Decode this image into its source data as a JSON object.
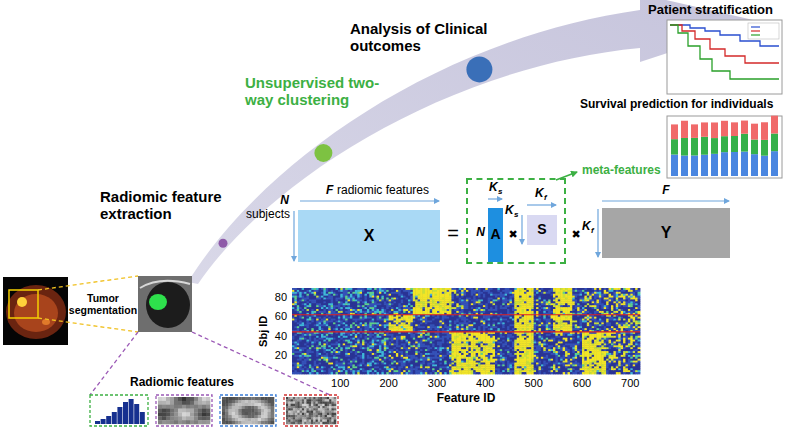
{
  "diagram": {
    "nodes": [
      {
        "text": [
          "X"
        ]
      },
      {
        "text": [
          "meta-features"
        ]
      },
      {
        "text": [
          "A"
        ],
        "in": 1
      },
      {
        "text": [
          "S"
        ],
        "in": 1
      },
      {
        "text": [
          "Y"
        ]
      }
    ],
    "labels": [
      "Patient stratification",
      "Survival prediction for individuals",
      "Analysis of Clinical outcomes",
      "Unsupervised two-way clustering",
      "Radiomic feature extraction",
      "F",
      "radiomic features",
      "N",
      "subjects",
      "=",
      "N",
      "K",
      "s",
      "✖",
      "K",
      "s",
      "K",
      "f",
      "✖",
      "K",
      "f",
      "F",
      "Sbj ID",
      "80",
      "60",
      "40",
      "20",
      "100",
      "200",
      "300",
      "400",
      "500",
      "600",
      "700",
      "Feature ID",
      "Tumor segmentation",
      "Radiomic features"
    ]
  }
}
